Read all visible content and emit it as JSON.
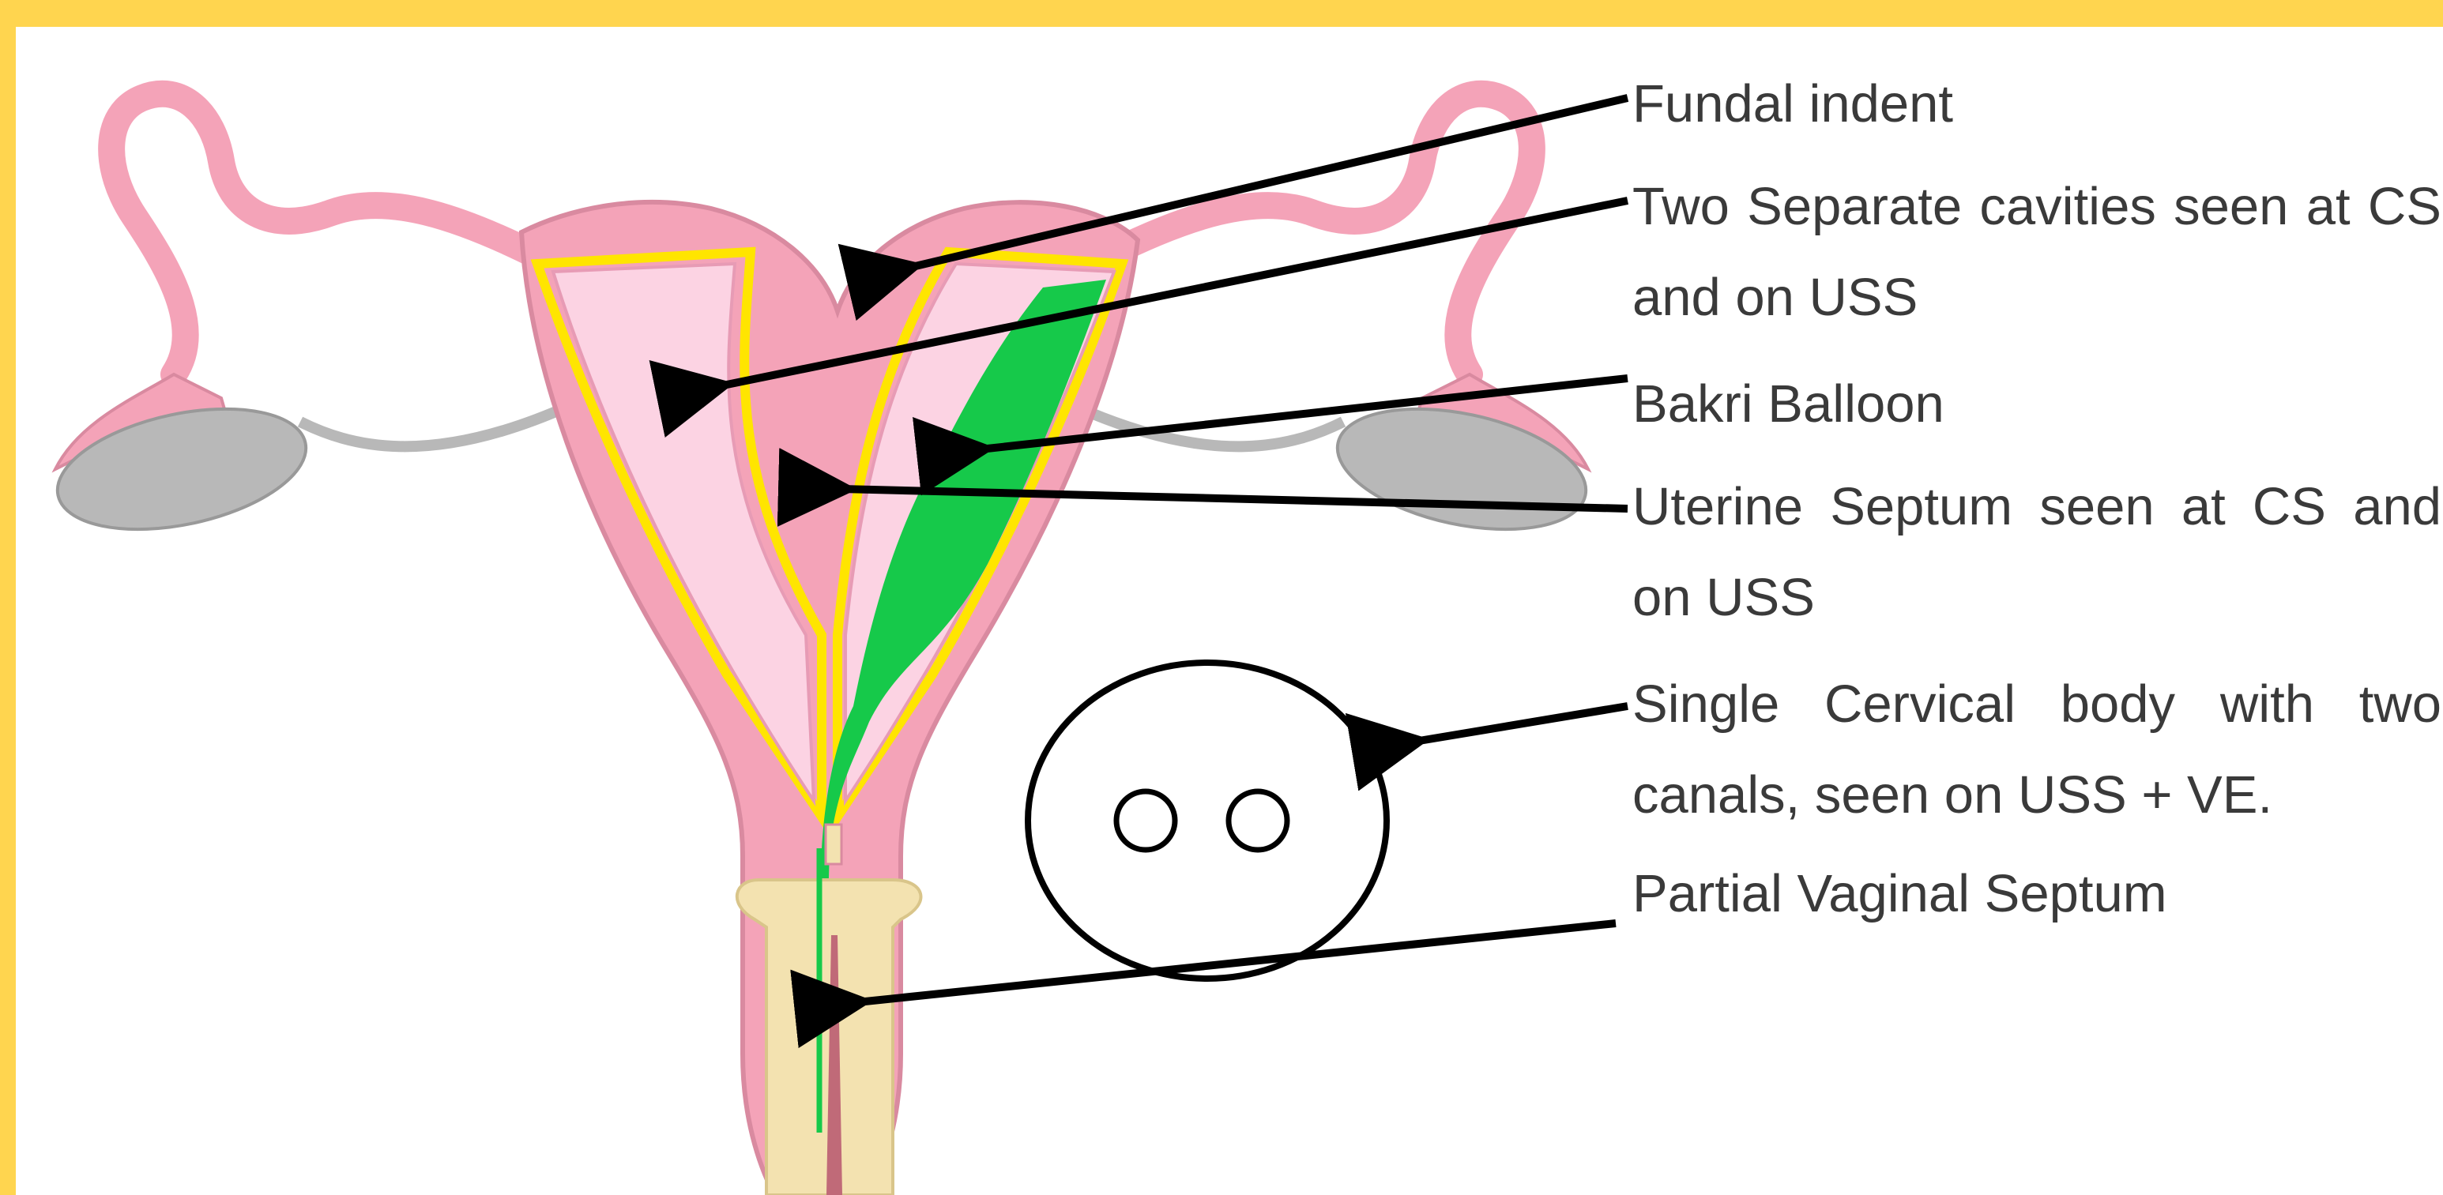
{
  "labels": {
    "fundal_indent": "Fundal indent",
    "two_cavities": "Two Separate cavities seen at CS and on USS",
    "bakri_balloon": "Bakri Balloon",
    "uterine_septum": "Uterine Septum seen at CS and on USS",
    "cervical_body": "Single Cervical body with two canals, seen on USS + VE.",
    "vaginal_septum": "Partial Vaginal Septum"
  },
  "colors": {
    "border": "#ffd54f",
    "uterus_wall": "#f4a3b8",
    "uterus_outline": "#d98aa0",
    "endometrium_lining": "#ffe500",
    "cavity": "#fcd3e3",
    "bakri_balloon": "#16c94a",
    "ovary": "#b8b8b8",
    "vagina": "#f3e2b0",
    "arrow": "#000000"
  }
}
